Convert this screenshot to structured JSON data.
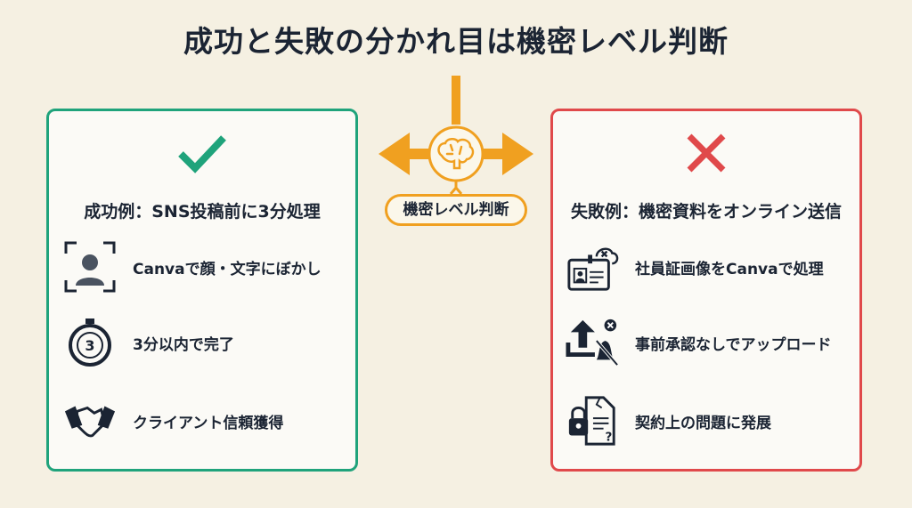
{
  "title": "成功と失敗の分かれ目は機密レベル判断",
  "center": {
    "label": "機密レベル判断",
    "icon": "brain-icon"
  },
  "success": {
    "heading": "成功例：SNS投稿前に3分処理",
    "items": [
      {
        "icon": "blurred-face-icon",
        "text": "Canvaで顔・文字にぼかし"
      },
      {
        "icon": "stopwatch-icon",
        "text": "3分以内で完了"
      },
      {
        "icon": "handshake-icon",
        "text": "クライアント信頼獲得"
      }
    ]
  },
  "failure": {
    "heading": "失敗例：機密資料をオンライン送信",
    "items": [
      {
        "icon": "id-card-cloud-icon",
        "text": "社員証画像をCanvaで処理"
      },
      {
        "icon": "upload-no-notify-icon",
        "text": "事前承認なしでアップロード"
      },
      {
        "icon": "locked-broken-document-icon",
        "text": "契約上の問題に発展"
      }
    ]
  },
  "stopwatch_digit": "3",
  "colors": {
    "success": "#1fa37b",
    "failure": "#e0494b",
    "accent": "#f0a020",
    "text": "#1b2433",
    "background": "#f5f0e2"
  }
}
